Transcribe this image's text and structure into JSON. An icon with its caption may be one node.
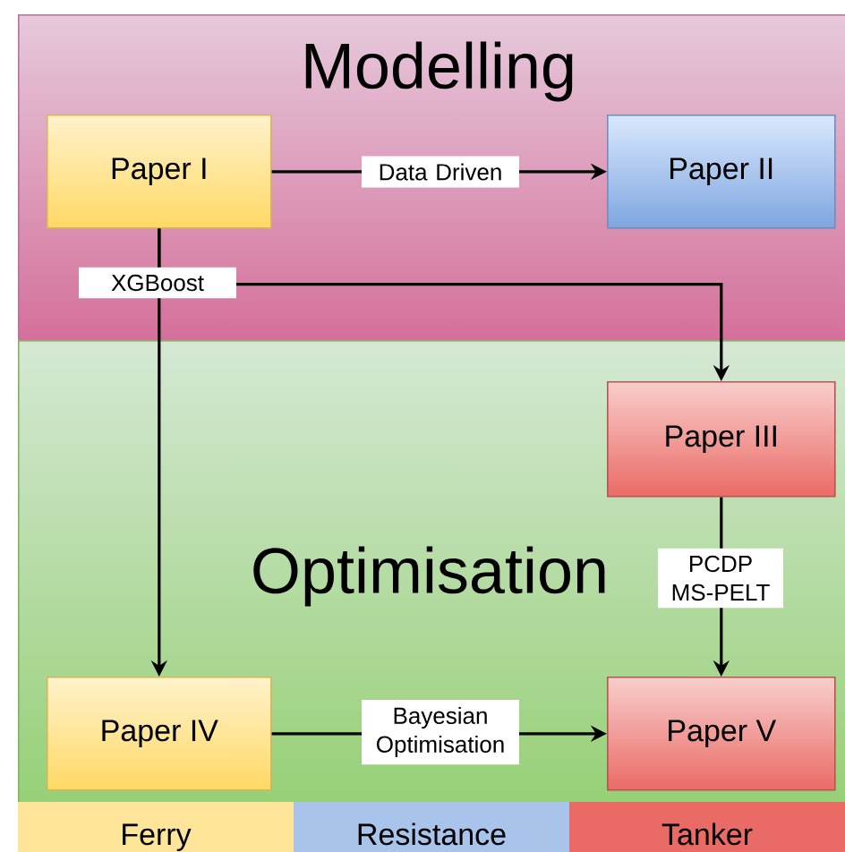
{
  "diagram": {
    "nodes": [
      {
        "text": [
          "Modelling"
        ]
      },
      {
        "text": [
          "Paper I"
        ],
        "in": 0
      },
      {
        "text": [
          "Paper II"
        ],
        "in": 0
      },
      {
        "text": [
          "Optimisation"
        ]
      },
      {
        "text": [
          "Paper III"
        ],
        "in": 3
      },
      {
        "text": [
          "Paper IV"
        ],
        "in": 3
      },
      {
        "text": [
          "Paper V"
        ],
        "in": 3
      }
    ],
    "edges": [
      {
        "from": 1,
        "to": 2,
        "arrow": "to",
        "label": "Data Driven"
      },
      {
        "from": 1,
        "to": 4,
        "arrow": "to",
        "label": "XGBoost"
      },
      {
        "from": 1,
        "to": 5,
        "arrow": "to"
      },
      {
        "from": 4,
        "to": 6,
        "arrow": "to",
        "label": "PCDP MS-PELT"
      },
      {
        "from": 5,
        "to": 6,
        "arrow": "to",
        "label": "Bayesian Optimisation"
      }
    ],
    "legend": [
      {
        "text": "Ferry",
        "color": "#ffe599"
      },
      {
        "text": "Resistance",
        "color": "#a9c4eb"
      },
      {
        "text": "Tanker",
        "color": "#ea6b66"
      }
    ]
  }
}
